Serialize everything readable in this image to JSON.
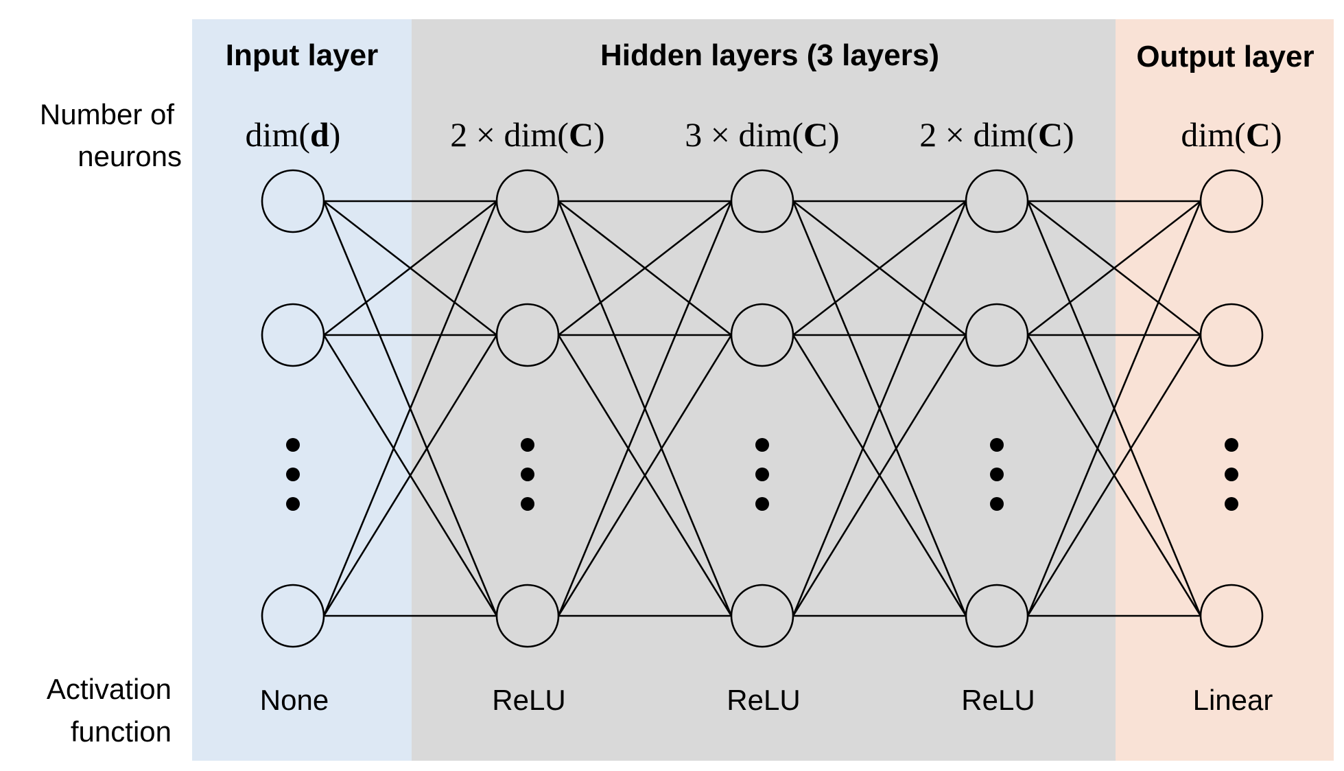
{
  "row_labels": {
    "neurons": [
      "Number of",
      "neurons"
    ],
    "activation": [
      "Activation",
      "function"
    ]
  },
  "sections": {
    "input": {
      "title": "Input layer",
      "color": "#dde8f4"
    },
    "hidden": {
      "title": "Hidden layers (3 layers)",
      "color": "#d9d9d9"
    },
    "output": {
      "title": "Output layer",
      "color": "#f9e2d6"
    }
  },
  "layers": [
    {
      "section": "input",
      "neuron_count": {
        "prefix": "dim(",
        "symbol": "d",
        "suffix": ")"
      },
      "activation": "None"
    },
    {
      "section": "hidden",
      "neuron_count": {
        "prefix": "2 × dim(",
        "symbol": "C",
        "suffix": ")"
      },
      "activation": "ReLU"
    },
    {
      "section": "hidden",
      "neuron_count": {
        "prefix": "3 × dim(",
        "symbol": "C",
        "suffix": ")"
      },
      "activation": "ReLU"
    },
    {
      "section": "hidden",
      "neuron_count": {
        "prefix": "2 × dim(",
        "symbol": "C",
        "suffix": ")"
      },
      "activation": "ReLU"
    },
    {
      "section": "output",
      "neuron_count": {
        "prefix": "dim(",
        "symbol": "C",
        "suffix": ")"
      },
      "activation": "Linear"
    }
  ]
}
